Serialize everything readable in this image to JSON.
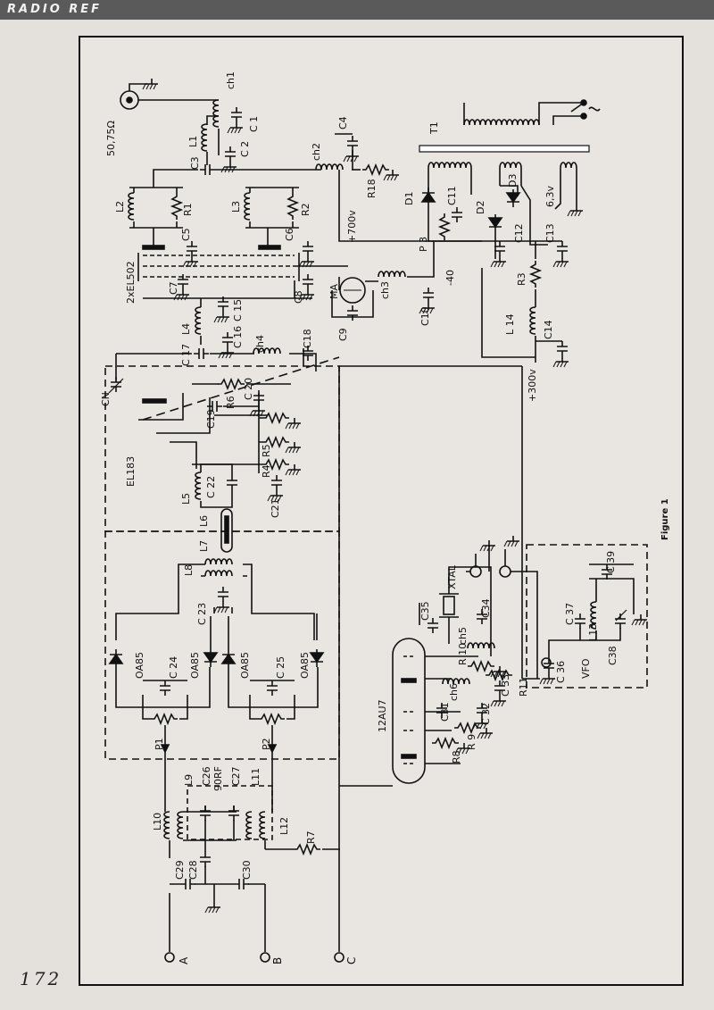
{
  "header": {
    "title": "RADIO REF"
  },
  "page_number": "172",
  "figure": {
    "caption": "Figure 1"
  },
  "labels": {
    "antenna": "50,75Ω",
    "ch1": "ch1",
    "c1": "C 1",
    "c2": "C 2",
    "l1": "L1",
    "c3": "C3",
    "ch2": "ch2",
    "c4": "C4",
    "r18": "R18",
    "l2": "L2",
    "r1": "R1",
    "l3": "L3",
    "r2": "R2",
    "tube_pa": "2xEL502",
    "c5": "C5",
    "c6": "C6",
    "c7": "C7",
    "c8": "C8",
    "ma": "MA",
    "c9": "C9",
    "ch3": "ch3",
    "c10": "C10",
    "v_minus40": "-40",
    "c15": "C 15",
    "v700": "+700v",
    "d1": "D1",
    "d2": "D2",
    "d3": "D3",
    "c11": "C11",
    "p3": "P 3",
    "c12": "C12",
    "c13": "C13",
    "r3": "R3",
    "t1": "T1",
    "v63": "6,3v",
    "l14": "L 14",
    "c14": "C14",
    "v300": "+300v",
    "l4": "L4",
    "c16": "C 16",
    "c17": "C 17",
    "ch4": "ch4",
    "c18": "C18",
    "cn": "CN",
    "c19": "C19",
    "r6": "R6",
    "c20": "C 20",
    "r5": "R5",
    "r4": "R4",
    "tube_drv": "EL183",
    "c22": "C 22",
    "c21": "C21",
    "l5": "L5",
    "l6": "L6",
    "l7": "L7",
    "l8": "L8",
    "c23": "C 23",
    "oa85": "OA85",
    "c24": "C 24",
    "c25": "C 25",
    "p1": "P1",
    "p2": "P2",
    "l10": "L10",
    "l9": "L9",
    "c26": "C26",
    "c26b": "90RF",
    "c27": "C27",
    "l11": "L11",
    "l12": "L12",
    "r7": "R7",
    "c29": "C29",
    "c28": "C28",
    "c30": "C30",
    "tube_osc": "12AU7",
    "xtal": "XTAL",
    "c35": "C35",
    "c34": "C34",
    "ch5": "ch5",
    "r10": "R 10",
    "ch6": "ch6",
    "c33": "C 33",
    "r11": "R11",
    "c31": "C31",
    "c32": "C 32",
    "r9": "R 9",
    "r8": "R8",
    "c39": "C 39",
    "c37": "C 37",
    "l13": "L13",
    "vfo": "VFO",
    "c38": "C38",
    "c36": "C 36"
  },
  "terminals": [
    "A",
    "B",
    "C"
  ],
  "colors": {
    "ink": "#111111",
    "paper": "#e9e6e1",
    "header": "#5a5a5a"
  }
}
